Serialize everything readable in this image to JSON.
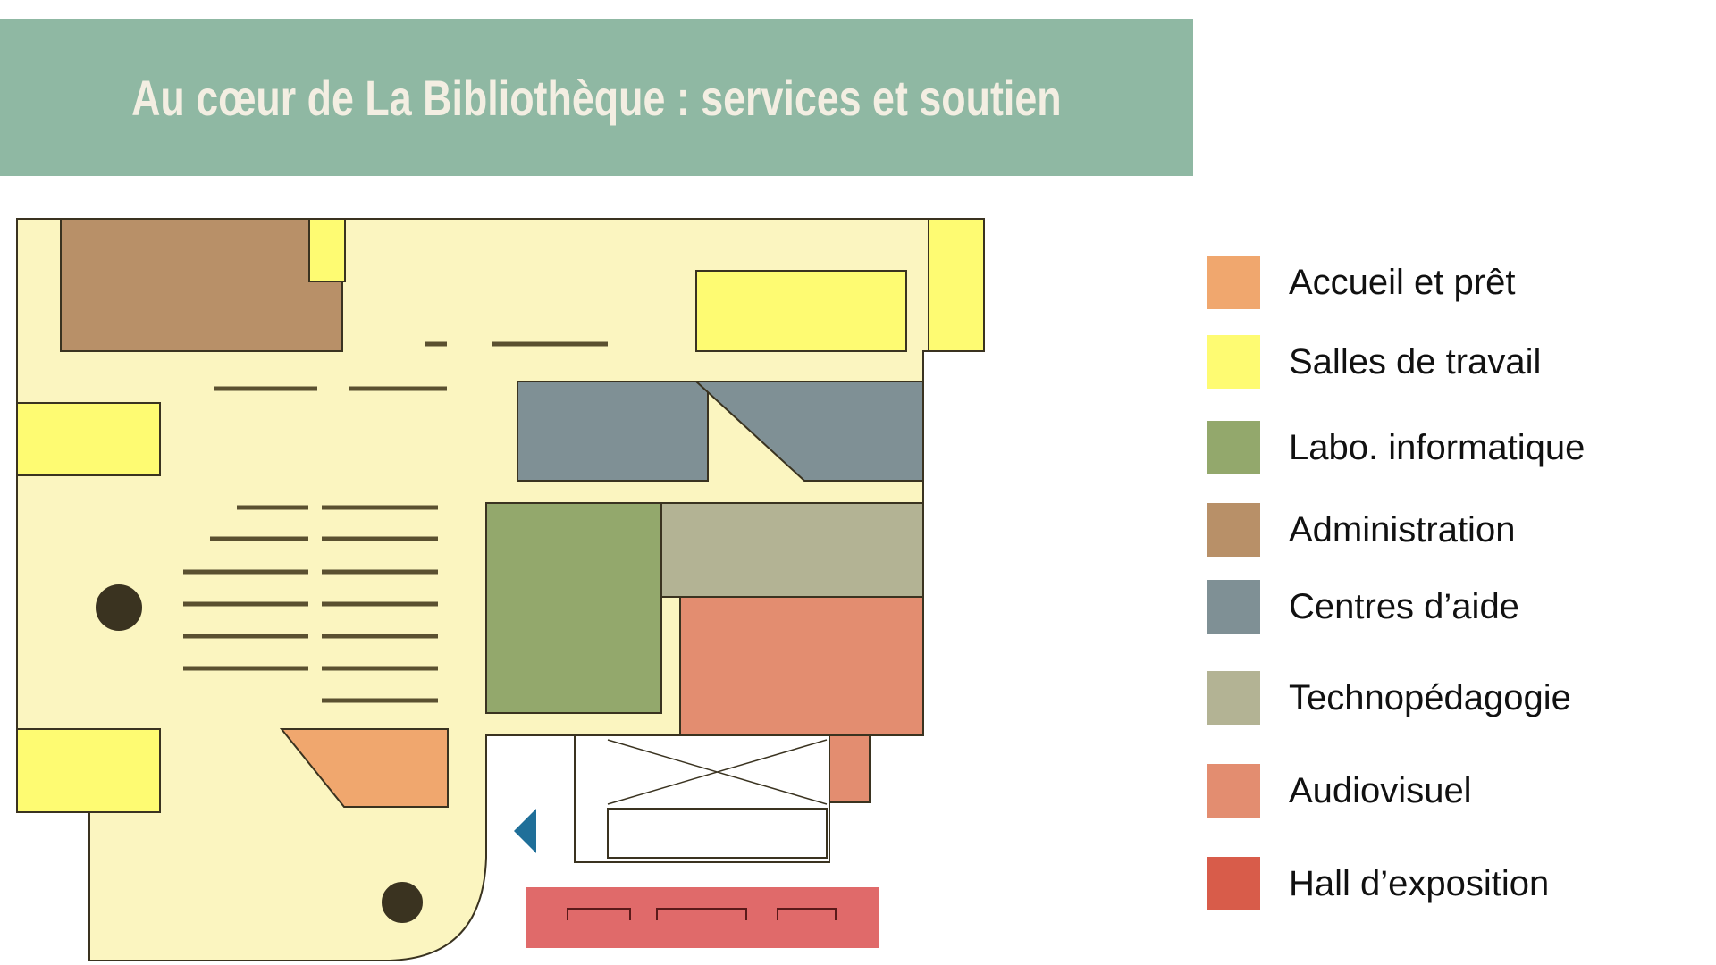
{
  "title": "Au cœur de La Bibliothèque : services et soutien",
  "legend": [
    {
      "label": "Accueil et prêt",
      "color": "#f0a76e"
    },
    {
      "label": "Salles de travail",
      "color": "#fefb72"
    },
    {
      "label": "Labo. informatique",
      "color": "#93a86c"
    },
    {
      "label": "Administration",
      "color": "#b89068"
    },
    {
      "label": "Centres d’aide",
      "color": "#7f9095"
    },
    {
      "label": "Technopédagogie",
      "color": "#b3b394"
    },
    {
      "label": "Audiovisuel",
      "color": "#e38d70"
    },
    {
      "label": "Hall d’exposition",
      "color": "#d85c4a"
    }
  ],
  "colors": {
    "title_bar": "#8fb8a3",
    "floor": "#fbf5c0",
    "entrance_arrow": "#1f6f99"
  }
}
